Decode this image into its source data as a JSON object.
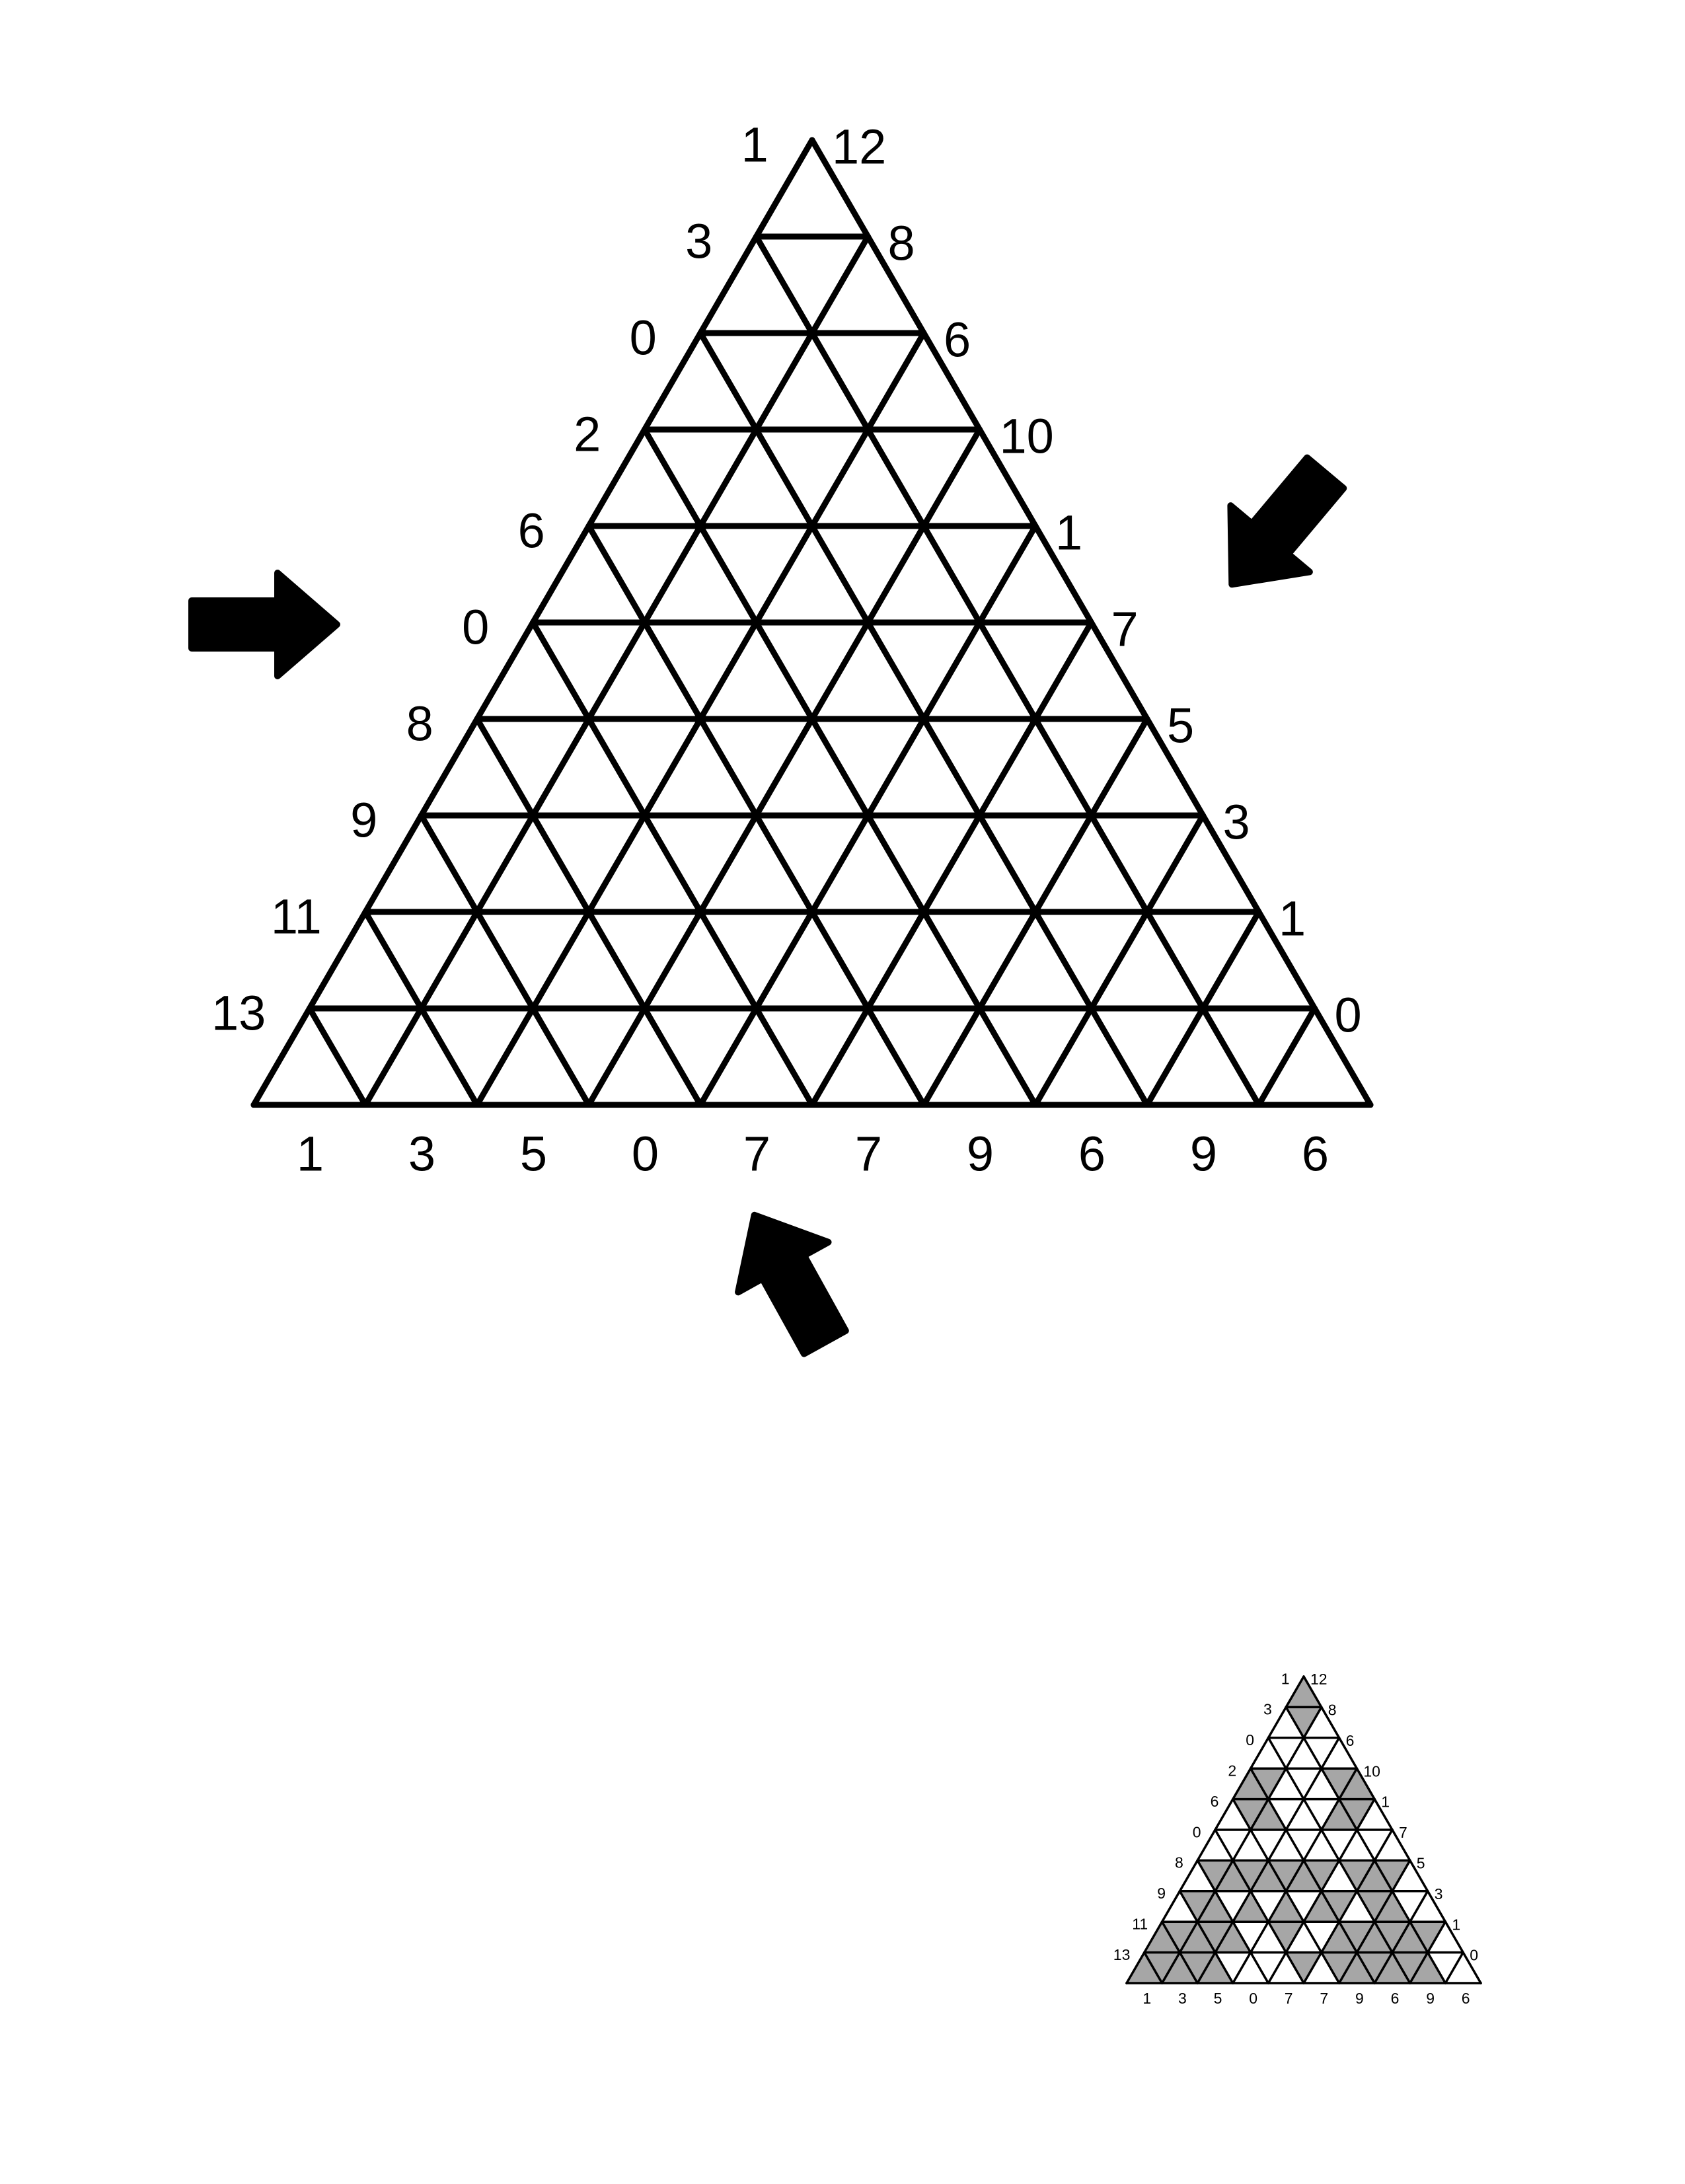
{
  "colors": {
    "line": "#000000",
    "background": "#ffffff",
    "shaded": "#a6a6a6"
  },
  "puzzle": {
    "size": 10,
    "left_clues": [
      "1",
      "3",
      "0",
      "2",
      "6",
      "0",
      "8",
      "9",
      "11",
      "13"
    ],
    "right_clues": [
      "12",
      "8",
      "6",
      "10",
      "1",
      "7",
      "5",
      "3",
      "1",
      "0"
    ],
    "bottom_clues": [
      "1",
      "3",
      "5",
      "0",
      "7",
      "7",
      "9",
      "6",
      "9",
      "6"
    ]
  },
  "arrows": [
    {
      "name": "arrow-right-icon",
      "direction": "right"
    },
    {
      "name": "arrow-down-left-icon",
      "direction": "down-left"
    },
    {
      "name": "arrow-up-left-icon",
      "direction": "up-left"
    }
  ],
  "solution": {
    "shaded_rows": [
      [
        0
      ],
      [
        1
      ],
      [],
      [
        0,
        1,
        5,
        6
      ],
      [
        1,
        2,
        6,
        7
      ],
      [],
      [
        1,
        2,
        3,
        4,
        5,
        6,
        7,
        9,
        10,
        11
      ],
      [
        1,
        2,
        4,
        6,
        8,
        9,
        11,
        12
      ],
      [
        0,
        1,
        2,
        3,
        4,
        7,
        10,
        11,
        12,
        13,
        14,
        15
      ],
      [
        0,
        1,
        2,
        3,
        4,
        9,
        11,
        12,
        13,
        14,
        15,
        16
      ]
    ]
  }
}
